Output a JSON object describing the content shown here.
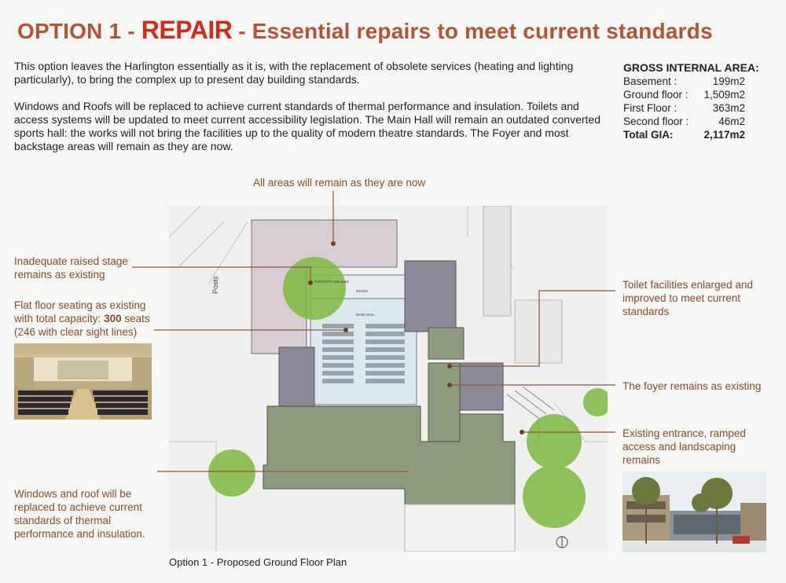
{
  "title": {
    "prefix": "OPTION 1 - ",
    "keyword": "REPAIR",
    "suffix": " - Essential repairs to meet current standards"
  },
  "intro": {
    "p1": "This option leaves the Harlington essentially as it is, with the replacement of obsolete services (heating and lighting particularly), to bring the complex up to present day building standards.",
    "p2": "Windows and Roofs will be replaced to achieve current standards of thermal performance and insulation. Toilets and access systems will be updated to meet current accessibility legislation. The Main Hall will remain an outdated converted sports hall:  the works will not bring the facilities up to the quality of modern theatre standards. The Foyer and most backstage areas will remain as they are now."
  },
  "gia": {
    "heading": "GROSS INTERNAL AREA:",
    "rows": [
      {
        "label": "Basement :",
        "value": "199m2"
      },
      {
        "label": "Ground floor :",
        "value": "1,509m2"
      },
      {
        "label": "First Floor :",
        "value": "363m2"
      },
      {
        "label": "Second floor :",
        "value": "46m2"
      }
    ],
    "total": {
      "label": "Total GIA:",
      "value": "2,117m2"
    }
  },
  "labels": {
    "all_areas": "All areas will remain as they are now",
    "stage_l1": "Inadequate raised stage",
    "stage_l2": "remains as existing",
    "seating_l1": "Flat floor seating as existing",
    "seating_l2a": "with total capacity: ",
    "seating_l2b": "300",
    "seating_l2c": " seats",
    "seating_l3": "(246 with clear sight lines)",
    "windows_l1": "Windows and roof will be",
    "windows_l2": "replaced to achieve current",
    "windows_l3": "standards of thermal",
    "windows_l4": "performance and insulation.",
    "toilet_l1": "Toilet facilities enlarged and",
    "toilet_l2": "improved to meet current",
    "toilet_l3": "standards",
    "foyer": "The foyer remains as existing",
    "entrance_l1": "Existing entrance, ramped",
    "entrance_l2": "access and landscaping",
    "entrance_l3": "remains"
  },
  "plan": {
    "posts": "Posts",
    "capacity": "CAPACITY: 246 seats",
    "main_hall": "MAIN HALL",
    "stage": "STAGE"
  },
  "caption": "Option 1 - Proposed Ground Floor Plan",
  "colors": {
    "title": "#b55336",
    "keyword": "#d42a1c",
    "label": "#8a4a2a",
    "leader": "#8a5a3c",
    "grey_zone": "#8c8a98",
    "green_zone": "#8e9a7e",
    "pink_zone": "#d9cdd4",
    "hall": "#dde8ee",
    "tree": "#7cb83f"
  }
}
